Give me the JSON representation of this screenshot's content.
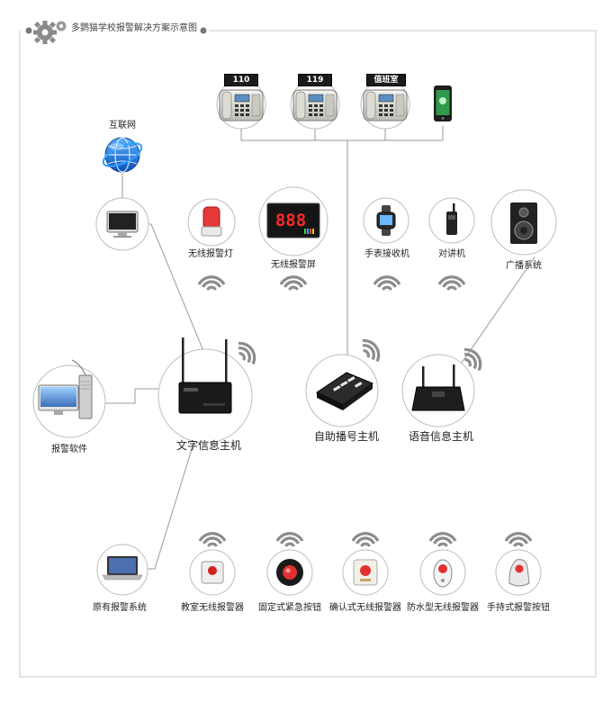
{
  "title": "多鹦猫学校报警解决方案示意图",
  "phones": [
    {
      "label": "110"
    },
    {
      "label": "119"
    },
    {
      "label": "值班室"
    }
  ],
  "nodes": {
    "internet": "互联网",
    "wireless_light": "无线报警灯",
    "wireless_screen": "无线报警屏",
    "watch_receiver": "手表接收机",
    "walkie_talkie": "对讲机",
    "broadcast": "广播系统",
    "alarm_software": "报警软件",
    "text_host": "文字信息主机",
    "dial_host": "自助播号主机",
    "voice_host": "语音信息主机",
    "legacy_system": "原有报警系统"
  },
  "screen_display": "888",
  "buttons": [
    {
      "label": "教室无线报警器"
    },
    {
      "label": "固定式紧急按钮"
    },
    {
      "label": "确认式无线报警器"
    },
    {
      "label": "防水型无线报警器"
    },
    {
      "label": "手持式报警按钮"
    }
  ],
  "colors": {
    "frame": "#c8c8c8",
    "line": "#9a9a9a",
    "wifi": "#8c8c8c",
    "globe": "#1f6fd6",
    "red": "#d32020",
    "screen_digits": "#ff2a2a"
  }
}
